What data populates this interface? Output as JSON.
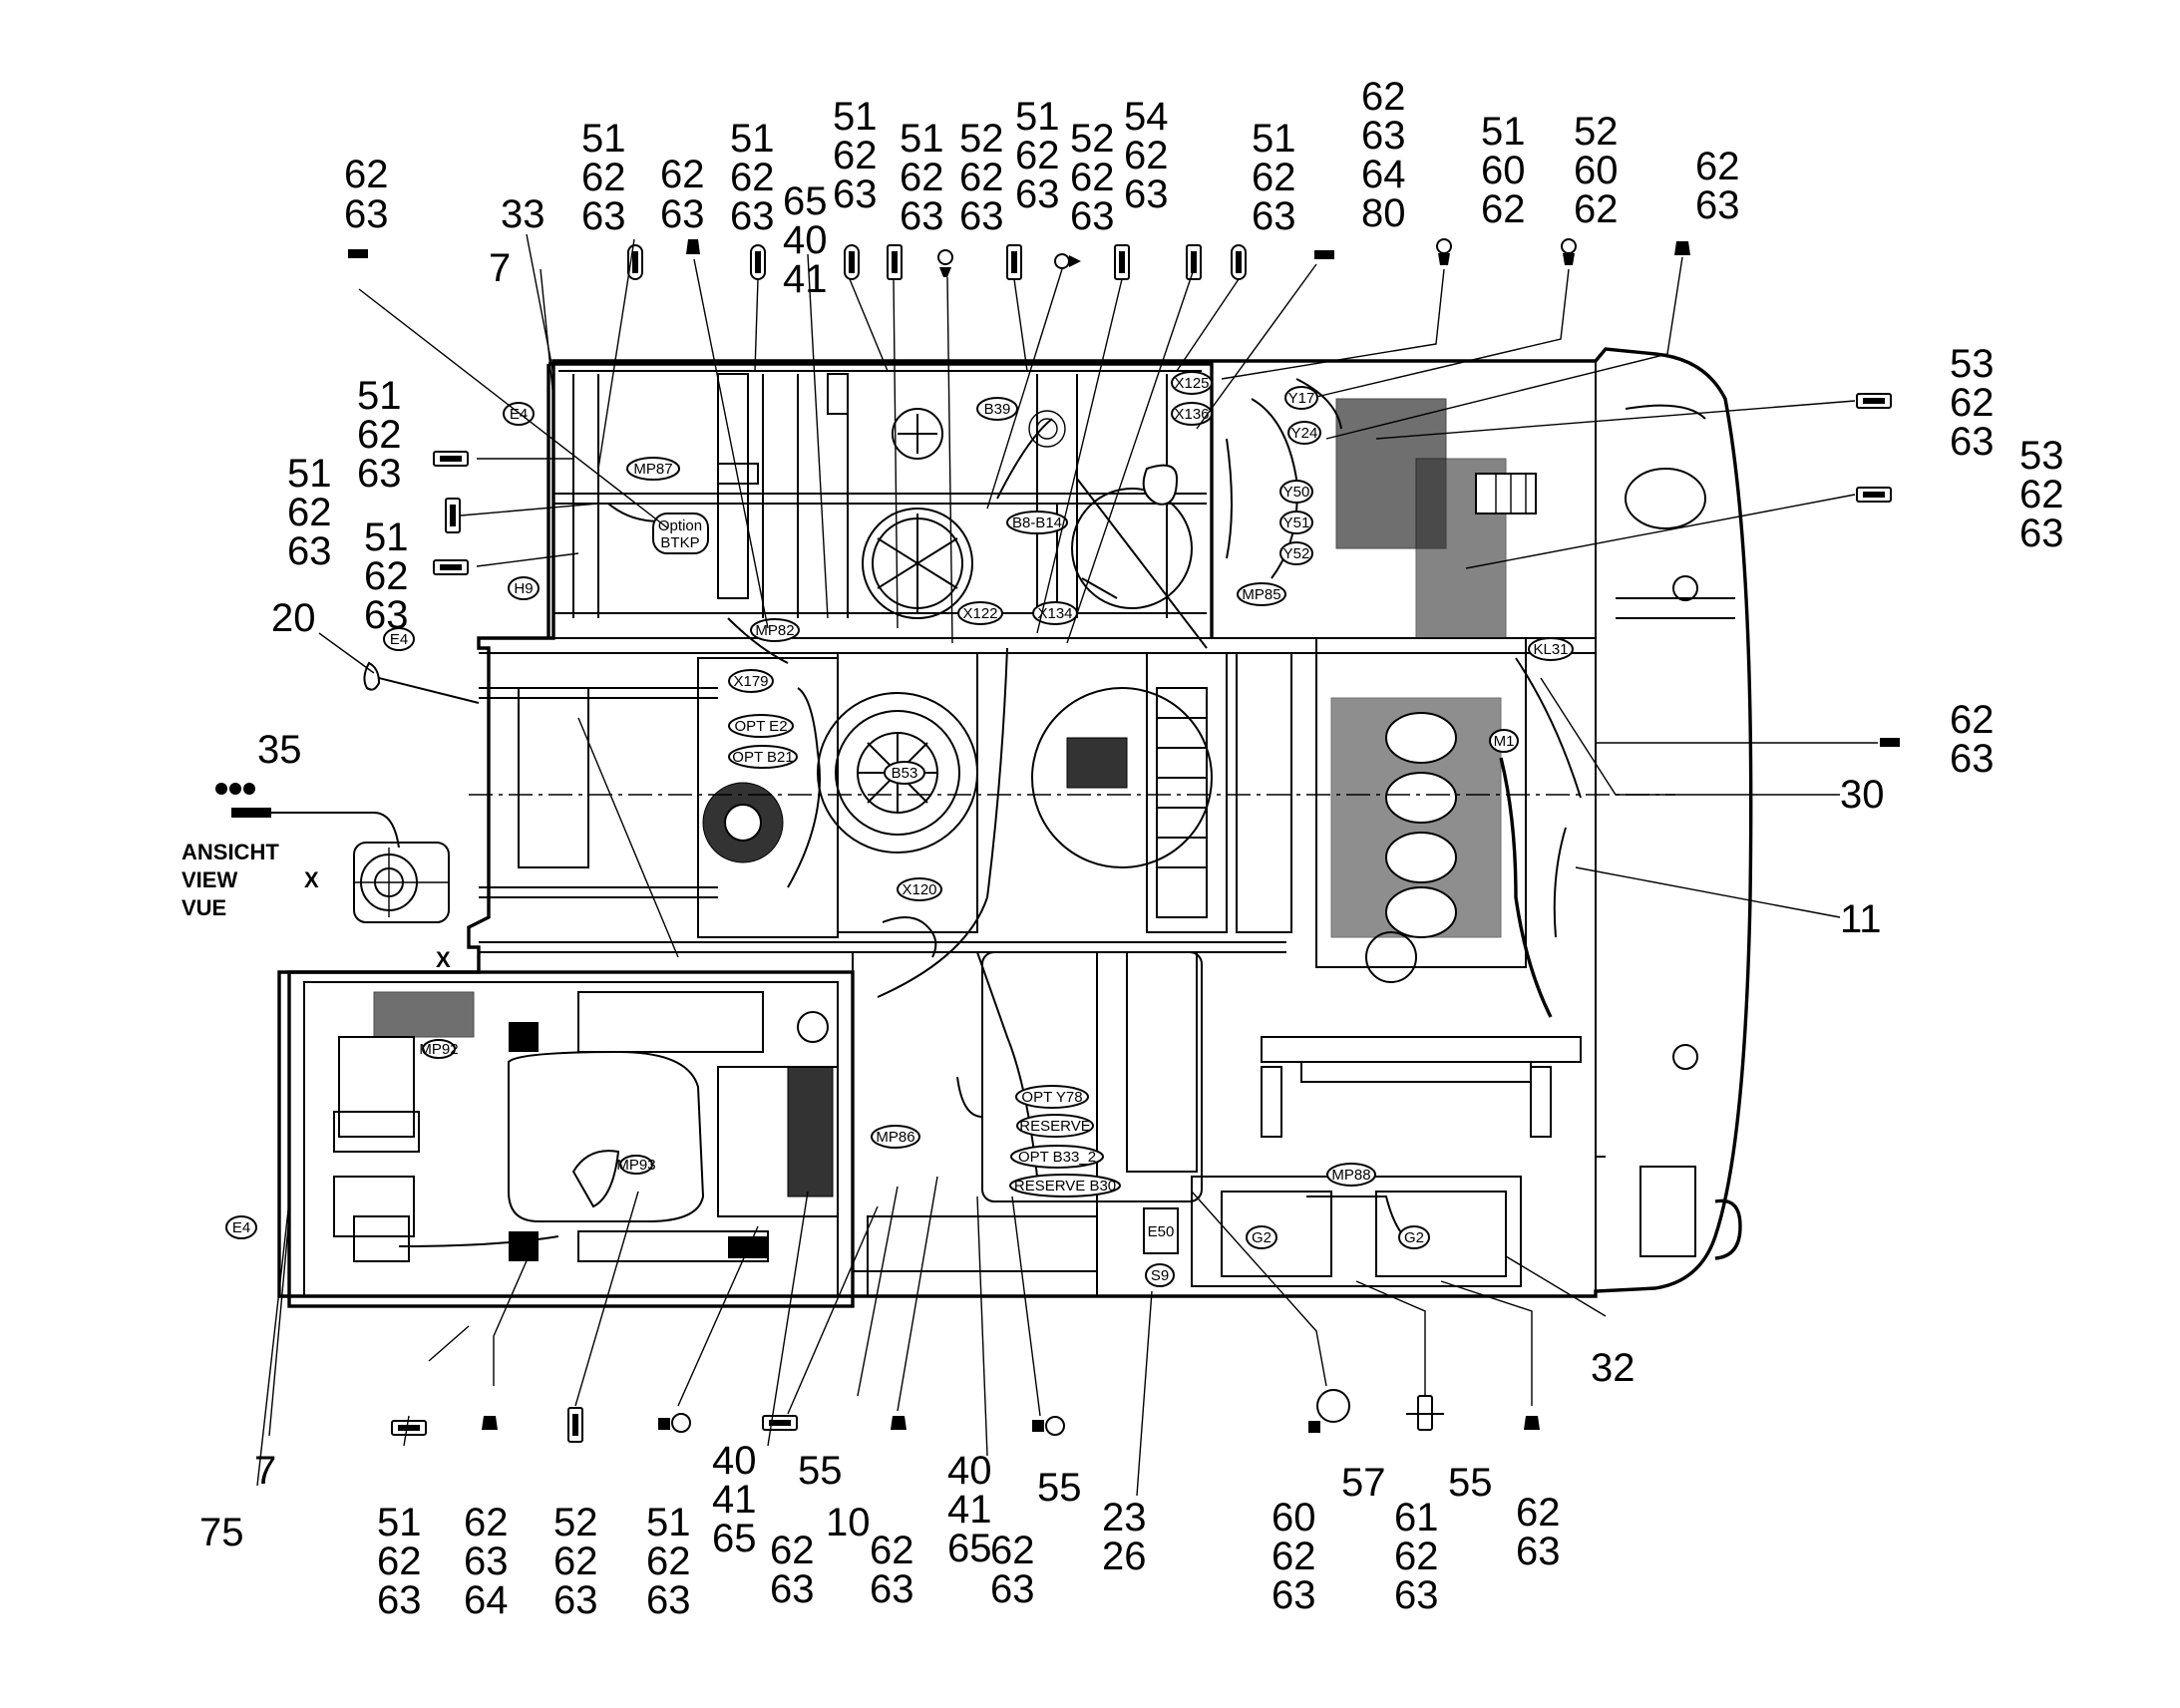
{
  "colors": {
    "ink": "#000000",
    "paper": "#ffffff"
  },
  "view_label": [
    "ANSICHT",
    "VIEW",
    "VUE"
  ],
  "view_marks": [
    "X",
    "X"
  ],
  "callouts": [
    {
      "id": "c-left-1",
      "lines": [
        "62",
        "63"
      ]
    },
    {
      "id": "c-top-33",
      "lines": [
        "33"
      ]
    },
    {
      "id": "c-top-7",
      "lines": [
        "7"
      ]
    },
    {
      "id": "c-top-a",
      "lines": [
        "51",
        "62",
        "63"
      ]
    },
    {
      "id": "c-top-b",
      "lines": [
        "62",
        "63"
      ]
    },
    {
      "id": "c-top-c",
      "lines": [
        "51",
        "62",
        "63"
      ]
    },
    {
      "id": "c-top-d",
      "lines": [
        "65",
        "40",
        "41"
      ]
    },
    {
      "id": "c-top-e",
      "lines": [
        "51",
        "62",
        "63"
      ]
    },
    {
      "id": "c-top-f",
      "lines": [
        "51",
        "62",
        "63"
      ]
    },
    {
      "id": "c-top-g",
      "lines": [
        "52",
        "62",
        "63"
      ]
    },
    {
      "id": "c-top-h",
      "lines": [
        "51",
        "62",
        "63"
      ]
    },
    {
      "id": "c-top-i",
      "lines": [
        "52",
        "62",
        "63"
      ]
    },
    {
      "id": "c-top-j",
      "lines": [
        "54",
        "62",
        "63"
      ]
    },
    {
      "id": "c-top-k",
      "lines": [
        "51",
        "62",
        "63"
      ]
    },
    {
      "id": "c-top-l",
      "lines": [
        "62",
        "63",
        "64",
        "80"
      ]
    },
    {
      "id": "c-top-m",
      "lines": [
        "51",
        "60",
        "62"
      ]
    },
    {
      "id": "c-top-n",
      "lines": [
        "52",
        "60",
        "62"
      ]
    },
    {
      "id": "c-top-o",
      "lines": [
        "62",
        "63"
      ]
    },
    {
      "id": "c-side-1",
      "lines": [
        "51",
        "62",
        "63"
      ]
    },
    {
      "id": "c-side-2",
      "lines": [
        "51",
        "62",
        "63"
      ]
    },
    {
      "id": "c-side-3",
      "lines": [
        "51",
        "62",
        "63"
      ]
    },
    {
      "id": "c-20",
      "lines": [
        "20"
      ]
    },
    {
      "id": "c-35",
      "lines": [
        "35"
      ]
    },
    {
      "id": "c-right-1",
      "lines": [
        "53",
        "62",
        "63"
      ]
    },
    {
      "id": "c-right-2",
      "lines": [
        "53",
        "62",
        "63"
      ]
    },
    {
      "id": "c-right-3",
      "lines": [
        "62",
        "63"
      ]
    },
    {
      "id": "c-30",
      "lines": [
        "30"
      ]
    },
    {
      "id": "c-11",
      "lines": [
        "11"
      ]
    },
    {
      "id": "c-32",
      "lines": [
        "32"
      ]
    },
    {
      "id": "c-75",
      "lines": [
        "75"
      ]
    },
    {
      "id": "c-7b",
      "lines": [
        "7"
      ]
    },
    {
      "id": "c-bot-1",
      "lines": [
        "51",
        "62",
        "63"
      ]
    },
    {
      "id": "c-bot-2",
      "lines": [
        "62",
        "63",
        "64"
      ]
    },
    {
      "id": "c-bot-3",
      "lines": [
        "52",
        "62",
        "63"
      ]
    },
    {
      "id": "c-bot-4",
      "lines": [
        "51",
        "62",
        "63"
      ]
    },
    {
      "id": "c-bot-5",
      "lines": [
        "40",
        "41",
        "65"
      ]
    },
    {
      "id": "c-bot-6",
      "lines": [
        "55"
      ]
    },
    {
      "id": "c-bot-7",
      "lines": [
        "62",
        "63"
      ]
    },
    {
      "id": "c-bot-8",
      "lines": [
        "10"
      ]
    },
    {
      "id": "c-bot-9",
      "lines": [
        "62",
        "63"
      ]
    },
    {
      "id": "c-bot-10",
      "lines": [
        "40",
        "41",
        "65"
      ]
    },
    {
      "id": "c-bot-11",
      "lines": [
        "62",
        "63"
      ]
    },
    {
      "id": "c-bot-12",
      "lines": [
        "55"
      ]
    },
    {
      "id": "c-bot-13",
      "lines": [
        "23",
        "26"
      ]
    },
    {
      "id": "c-bot-14",
      "lines": [
        "60",
        "62",
        "63"
      ]
    },
    {
      "id": "c-bot-15",
      "lines": [
        "57"
      ]
    },
    {
      "id": "c-bot-16",
      "lines": [
        "61",
        "62",
        "63"
      ]
    },
    {
      "id": "c-bot-17",
      "lines": [
        "55"
      ]
    },
    {
      "id": "c-bot-18",
      "lines": [
        "62",
        "63"
      ]
    }
  ],
  "component_tags": [
    "E4",
    "MP87",
    "Option",
    "BTKP",
    "H9",
    "E4",
    "MP82",
    "B39",
    "X125",
    "X136",
    "Y17",
    "Y24",
    "Y50",
    "Y51",
    "Y52",
    "MP85",
    "B8-B14",
    "X122",
    "X134",
    "X179",
    "OPT E2",
    "OPT B21",
    "B53",
    "X120",
    "KL31",
    "M1",
    "MP86",
    "OPT Y78",
    "RESERVE",
    "OPT B33_2",
    "RESERVE B30",
    "E50",
    "S9",
    "MP88",
    "G2",
    "G2",
    "E4",
    "MP92",
    "MP93"
  ]
}
